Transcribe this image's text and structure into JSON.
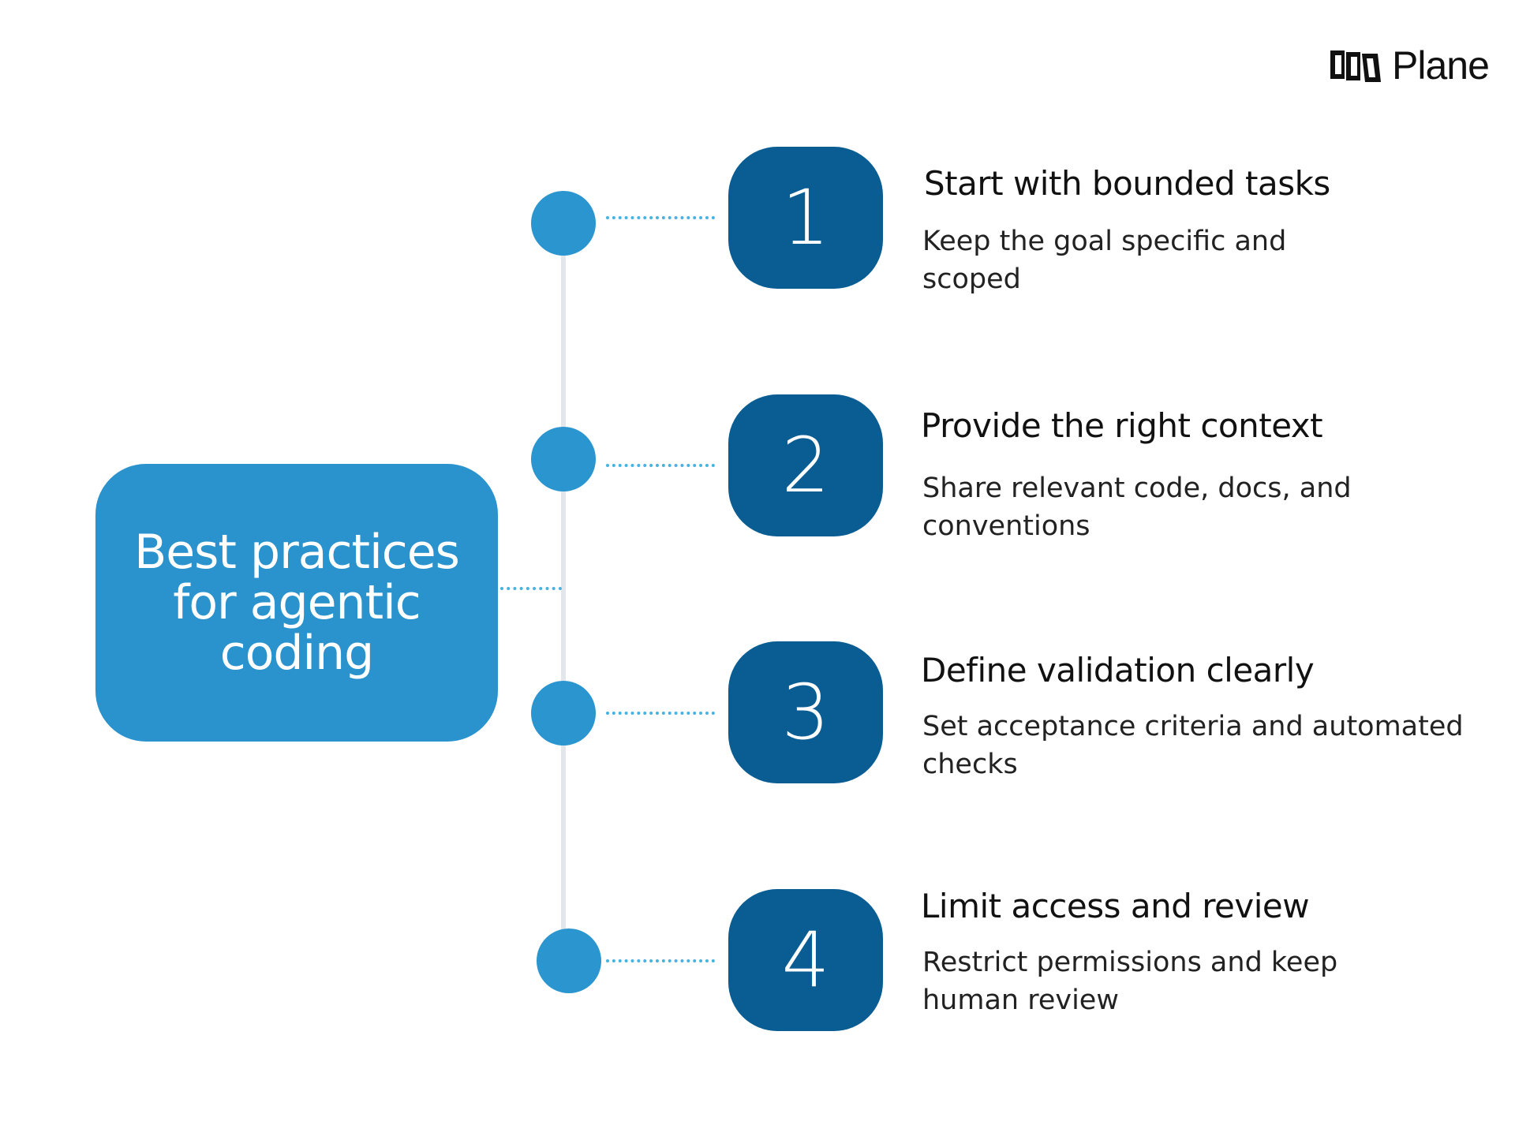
{
  "brand": {
    "name": "Plane"
  },
  "main": {
    "title": "Best practices for agentic coding"
  },
  "steps": [
    {
      "number": "1",
      "title": "Start with bounded tasks",
      "description": "Keep the goal specific and scoped"
    },
    {
      "number": "2",
      "title": "Provide the right context",
      "description": "Share relevant code, docs, and conventions"
    },
    {
      "number": "3",
      "title": "Define validation clearly",
      "description": "Set acceptance criteria and automated checks"
    },
    {
      "number": "4",
      "title": "Limit access and review",
      "description": "Restrict permissions and keep human review"
    }
  ],
  "colors": {
    "main_box": "#2a93cd",
    "number_box": "#0a5d93",
    "dot": "#2a95cf",
    "connector": "#48b2e0",
    "spine": "#e3e6ea"
  }
}
